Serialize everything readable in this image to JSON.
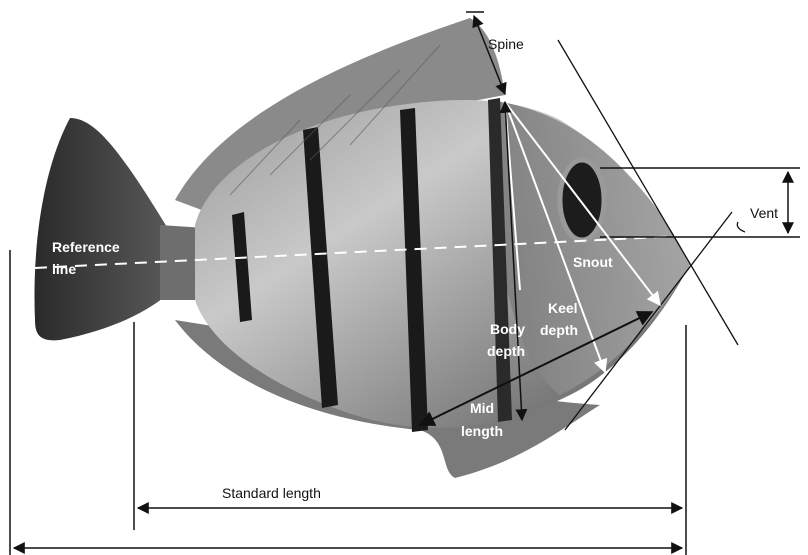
{
  "labels": {
    "spine": "Spine",
    "reference_line_1": "Reference",
    "reference_line_2": "line",
    "vent": "Vent",
    "snout": "Snout",
    "keel_depth_1": "Keel",
    "keel_depth_2": "depth",
    "body_depth_1": "Body",
    "body_depth_2": "depth",
    "mid_length_1": "Mid",
    "mid_length_2": "length",
    "standard_length": "Standard length"
  },
  "colors": {
    "fish_dark": "#2e2e2e",
    "fish_mid": "#6d6d6d",
    "fish_light": "#bdbdbd",
    "band": "#1a1a1a",
    "measure_line": "#111111",
    "measure_line_on_fish": "#ffffff"
  }
}
